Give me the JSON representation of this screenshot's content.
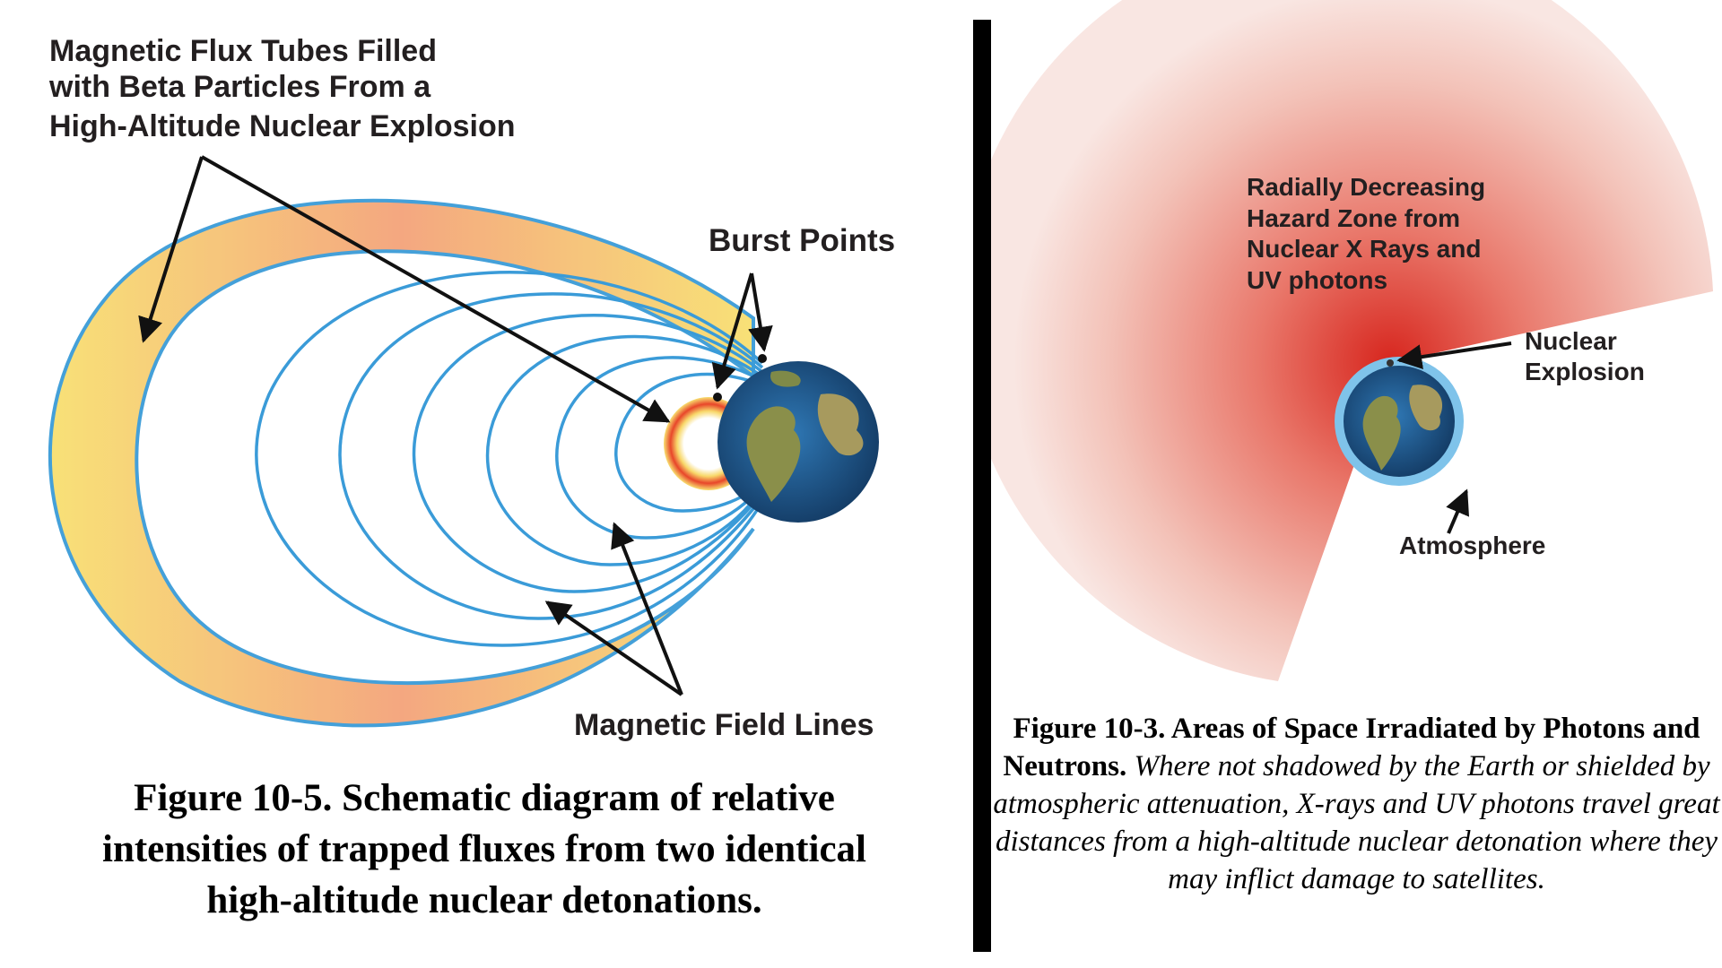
{
  "figure_10_5": {
    "labels": {
      "flux_tubes": [
        "Magnetic Flux Tubes Filled",
        "with Beta Particles From a",
        "High-Altitude Nuclear Explosion"
      ],
      "burst_points": "Burst Points",
      "field_lines": "Magnetic Field Lines"
    },
    "caption": [
      "Figure 10-5. Schematic diagram of relative",
      "intensities of trapped fluxes from two identical",
      "high-altitude nuclear detonations."
    ],
    "colors": {
      "field_line": "#3a9bd8",
      "flux_inner": "#e8462a",
      "flux_mid": "#f4a37a",
      "flux_outer": "#f8e070",
      "earth_ocean": "#1f5a8c",
      "earth_land": "#8a8f4a"
    }
  },
  "figure_10_3": {
    "labels": {
      "hazard_zone": [
        "Radially Decreasing",
        "Hazard Zone from",
        "Nuclear X Rays and",
        "UV photons"
      ],
      "nuclear_explosion": [
        "Nuclear",
        "Explosion"
      ],
      "atmosphere": "Atmosphere"
    },
    "caption": {
      "bold": "Figure 10-3. Areas of Space Irradiated by Photons and Neutrons.",
      "italic": "Where not shadowed by the Earth or shielded by atmospheric attenuation, X-rays and UV photons travel great distances from a high-altitude nuclear detonation where they may inflict damage to satellites."
    },
    "colors": {
      "hazard_center": "#d7261e",
      "hazard_edge": "#f7dcd6",
      "atmosphere": "#7fc3ea"
    }
  }
}
